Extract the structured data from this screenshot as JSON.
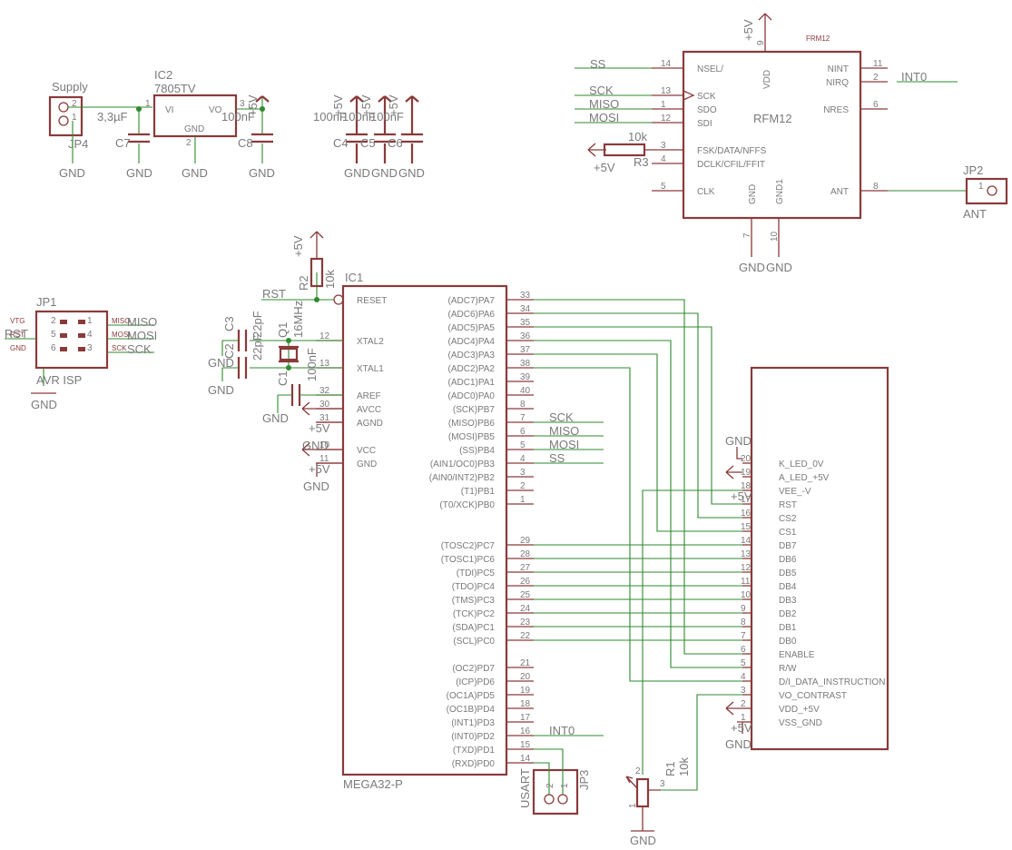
{
  "supply": {
    "title": "Supply",
    "jp4": "JP4",
    "jp4_pins": [
      "2",
      "1"
    ],
    "ic2": "IC2",
    "ic2_value": "7805TV",
    "vi": "VI",
    "vo": "VO",
    "gnd": "GND",
    "pin1": "1",
    "pin2": "2",
    "pin3": "3",
    "c7": "C7",
    "c7_value": "3,3µF",
    "c8": "C8",
    "c8_value": "100nF",
    "c4": "C4",
    "c5": "C5",
    "c6": "C6",
    "cap_value": "100nF"
  },
  "power": {
    "gnd": "GND",
    "vcc": "+5V"
  },
  "rfm": {
    "title": "FRM12",
    "name": "RFM12",
    "left_pins": [
      {
        "num": "14",
        "label": "NSEL/"
      },
      {
        "num": "13",
        "label": "SCK"
      },
      {
        "num": "1",
        "label": "SDO"
      },
      {
        "num": "12",
        "label": "SDI"
      },
      {
        "num": "3",
        "label": "FSK/DATA/NFFS"
      },
      {
        "num": "4",
        "label": "DCLK/CFIL/FFIT"
      },
      {
        "num": "5",
        "label": "CLK"
      }
    ],
    "right_pins": [
      {
        "num": "11",
        "label": "NINT"
      },
      {
        "num": "2",
        "label": "NIRQ"
      },
      {
        "num": "6",
        "label": "NRES"
      },
      {
        "num": "8",
        "label": "ANT"
      }
    ],
    "top_pin": {
      "num": "9",
      "label": "VDD"
    },
    "bottom_pins": [
      {
        "num": "7",
        "label": "GND"
      },
      {
        "num": "10",
        "label": "GND1"
      }
    ],
    "nets": {
      "ss": "SS",
      "sck": "SCK",
      "miso": "MISO",
      "mosi": "MOSI",
      "int0": "INT0"
    },
    "r3": "R3",
    "r3_value": "10k",
    "jp2": "JP2",
    "jp2_pin": "1",
    "ant": "ANT"
  },
  "isp": {
    "jp1": "JP1",
    "title": "AVR ISP",
    "left_labels": [
      "VTG",
      "RST",
      "GND"
    ],
    "right_labels": [
      "MISO",
      "MOSI",
      "SCK"
    ],
    "pins_left": [
      "2",
      "5",
      "6"
    ],
    "pins_right": [
      "1",
      "4",
      "3"
    ],
    "nets": {
      "rst": "RST",
      "miso": "MISO",
      "mosi": "MOSI",
      "sck": "SCK"
    }
  },
  "mcu": {
    "name": "IC1",
    "value": "MEGA32-P",
    "left_pins": [
      {
        "num": "",
        "label": "RESET"
      },
      {
        "num": "12",
        "label": "XTAL2"
      },
      {
        "num": "13",
        "label": "XTAL1"
      },
      {
        "num": "32",
        "label": "AREF"
      },
      {
        "num": "30",
        "label": "AVCC"
      },
      {
        "num": "31",
        "label": "AGND"
      },
      {
        "num": "10",
        "label": "VCC"
      },
      {
        "num": "11",
        "label": "GND"
      }
    ],
    "right_pins": [
      {
        "num": "33",
        "label": "(ADC7)PA7"
      },
      {
        "num": "34",
        "label": "(ADC6)PA6"
      },
      {
        "num": "35",
        "label": "(ADC5)PA5"
      },
      {
        "num": "36",
        "label": "(ADC4)PA4"
      },
      {
        "num": "37",
        "label": "(ADC3)PA3"
      },
      {
        "num": "38",
        "label": "(ADC2)PA2"
      },
      {
        "num": "39",
        "label": "(ADC1)PA1"
      },
      {
        "num": "40",
        "label": "(ADC0)PA0"
      },
      {
        "num": "8",
        "label": "(SCK)PB7"
      },
      {
        "num": "7",
        "label": "(MISO)PB6"
      },
      {
        "num": "6",
        "label": "(MOSI)PB5"
      },
      {
        "num": "5",
        "label": "(SS)PB4"
      },
      {
        "num": "4",
        "label": "(AIN1/OC0)PB3"
      },
      {
        "num": "3",
        "label": "(AIN0/INT2)PB2"
      },
      {
        "num": "2",
        "label": "(T1)PB1"
      },
      {
        "num": "1",
        "label": "(T0/XCK)PB0"
      },
      {
        "num": "29",
        "label": "(TOSC2)PC7"
      },
      {
        "num": "28",
        "label": "(TOSC1)PC6"
      },
      {
        "num": "27",
        "label": "(TDI)PC5"
      },
      {
        "num": "26",
        "label": "(TDO)PC4"
      },
      {
        "num": "25",
        "label": "(TMS)PC3"
      },
      {
        "num": "24",
        "label": "(TCK)PC2"
      },
      {
        "num": "23",
        "label": "(SDA)PC1"
      },
      {
        "num": "22",
        "label": "(SCL)PC0"
      },
      {
        "num": "21",
        "label": "(OC2)PD7"
      },
      {
        "num": "20",
        "label": "(ICP)PD6"
      },
      {
        "num": "19",
        "label": "(OC1A)PD5"
      },
      {
        "num": "18",
        "label": "(OC1B)PD4"
      },
      {
        "num": "17",
        "label": "(INT1)PD3"
      },
      {
        "num": "16",
        "label": "(INT0)PD2"
      },
      {
        "num": "15",
        "label": "(TXD)PD1"
      },
      {
        "num": "14",
        "label": "(RXD)PD0"
      }
    ],
    "net_labels": {
      "sck": "SCK",
      "miso": "MISO",
      "mosi": "MOSI",
      "ss": "SS",
      "int0": "INT0",
      "rst": "RST"
    },
    "r2": "R2",
    "r2_value": "10k",
    "q1": "Q1",
    "q1_value": "16MHz",
    "c1": "C1",
    "c1_value": "100nF",
    "c2": "C2",
    "c3": "C3",
    "c_value": "22pF",
    "jp3": "JP3",
    "usart": "USART",
    "jp3_pins": [
      "2",
      "1"
    ]
  },
  "lcd": {
    "pins": [
      {
        "num": "20",
        "label": "K_LED_0V"
      },
      {
        "num": "19",
        "label": "A_LED_+5V"
      },
      {
        "num": "18",
        "label": "VEE_-V"
      },
      {
        "num": "17",
        "label": "RST"
      },
      {
        "num": "16",
        "label": "CS2"
      },
      {
        "num": "15",
        "label": "CS1"
      },
      {
        "num": "14",
        "label": "DB7"
      },
      {
        "num": "13",
        "label": "DB6"
      },
      {
        "num": "12",
        "label": "DB5"
      },
      {
        "num": "11",
        "label": "DB4"
      },
      {
        "num": "10",
        "label": "DB3"
      },
      {
        "num": "9",
        "label": "DB2"
      },
      {
        "num": "8",
        "label": "DB1"
      },
      {
        "num": "7",
        "label": "DB0"
      },
      {
        "num": "6",
        "label": "ENABLE"
      },
      {
        "num": "5",
        "label": "R/W"
      },
      {
        "num": "4",
        "label": "D/I_DATA_INSTRUCTION"
      },
      {
        "num": "3",
        "label": "VO_CONTRAST"
      },
      {
        "num": "2",
        "label": "VDD_+5V"
      },
      {
        "num": "1",
        "label": "VSS_GND"
      }
    ],
    "r1": "R1",
    "r1_value": "10k",
    "r1_pins": [
      "1",
      "2",
      "3"
    ]
  }
}
